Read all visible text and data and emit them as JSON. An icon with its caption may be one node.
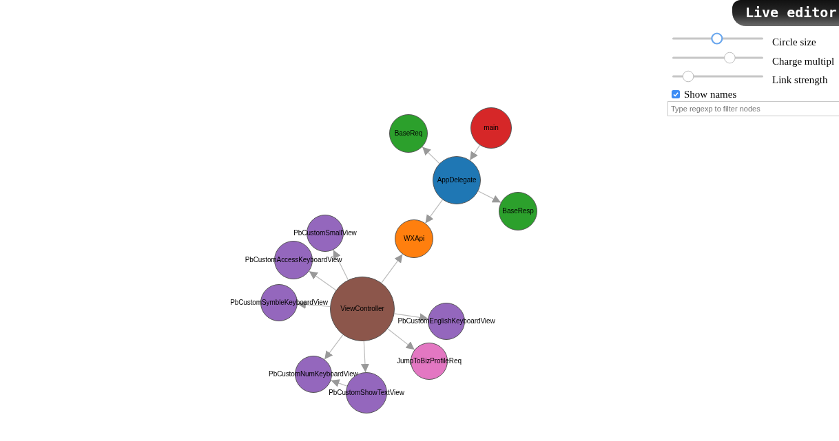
{
  "diagram": {
    "nodes": [
      {
        "text": [
          "BaseReq"
        ]
      },
      {
        "text": [
          "main"
        ]
      },
      {
        "text": [
          "AppDelegate"
        ]
      },
      {
        "text": [
          "BaseResp"
        ]
      },
      {
        "text": [
          "WXApi"
        ]
      },
      {
        "text": [
          "PbCustomSmallView"
        ]
      },
      {
        "text": [
          "PbCustomAccessKeyboardView"
        ]
      },
      {
        "text": [
          "PbCustomSymbleKeyboardView"
        ]
      },
      {
        "text": [
          "ViewController"
        ]
      },
      {
        "text": [
          "PbCustomEnglishKeyboardView"
        ]
      },
      {
        "text": [
          "JumpToBizProfileReq"
        ]
      },
      {
        "text": [
          "PbCustomNumKeyboardView"
        ]
      },
      {
        "text": [
          "PbCustomShowTextView"
        ]
      }
    ],
    "edges": [
      {
        "from": 1,
        "to": 2,
        "arrow": "to"
      },
      {
        "from": 2,
        "to": 0,
        "arrow": "to"
      },
      {
        "from": 2,
        "to": 3,
        "arrow": "to"
      },
      {
        "from": 2,
        "to": 4,
        "arrow": "to"
      },
      {
        "from": 8,
        "to": 4,
        "arrow": "to"
      },
      {
        "from": 8,
        "to": 5,
        "arrow": "to"
      },
      {
        "from": 8,
        "to": 6,
        "arrow": "to"
      },
      {
        "from": 8,
        "to": 7,
        "arrow": "to"
      },
      {
        "from": 8,
        "to": 9,
        "arrow": "to"
      },
      {
        "from": 8,
        "to": 10,
        "arrow": "to"
      },
      {
        "from": 8,
        "to": 11,
        "arrow": "to"
      },
      {
        "from": 8,
        "to": 12,
        "arrow": "to"
      },
      {
        "from": 12,
        "to": 11,
        "arrow": "to"
      }
    ],
    "labels": [
      "Live editor",
      "Circle size",
      "Charge multipl",
      "Link strength",
      "Show names",
      "Type regexp to filter nodes"
    ]
  }
}
